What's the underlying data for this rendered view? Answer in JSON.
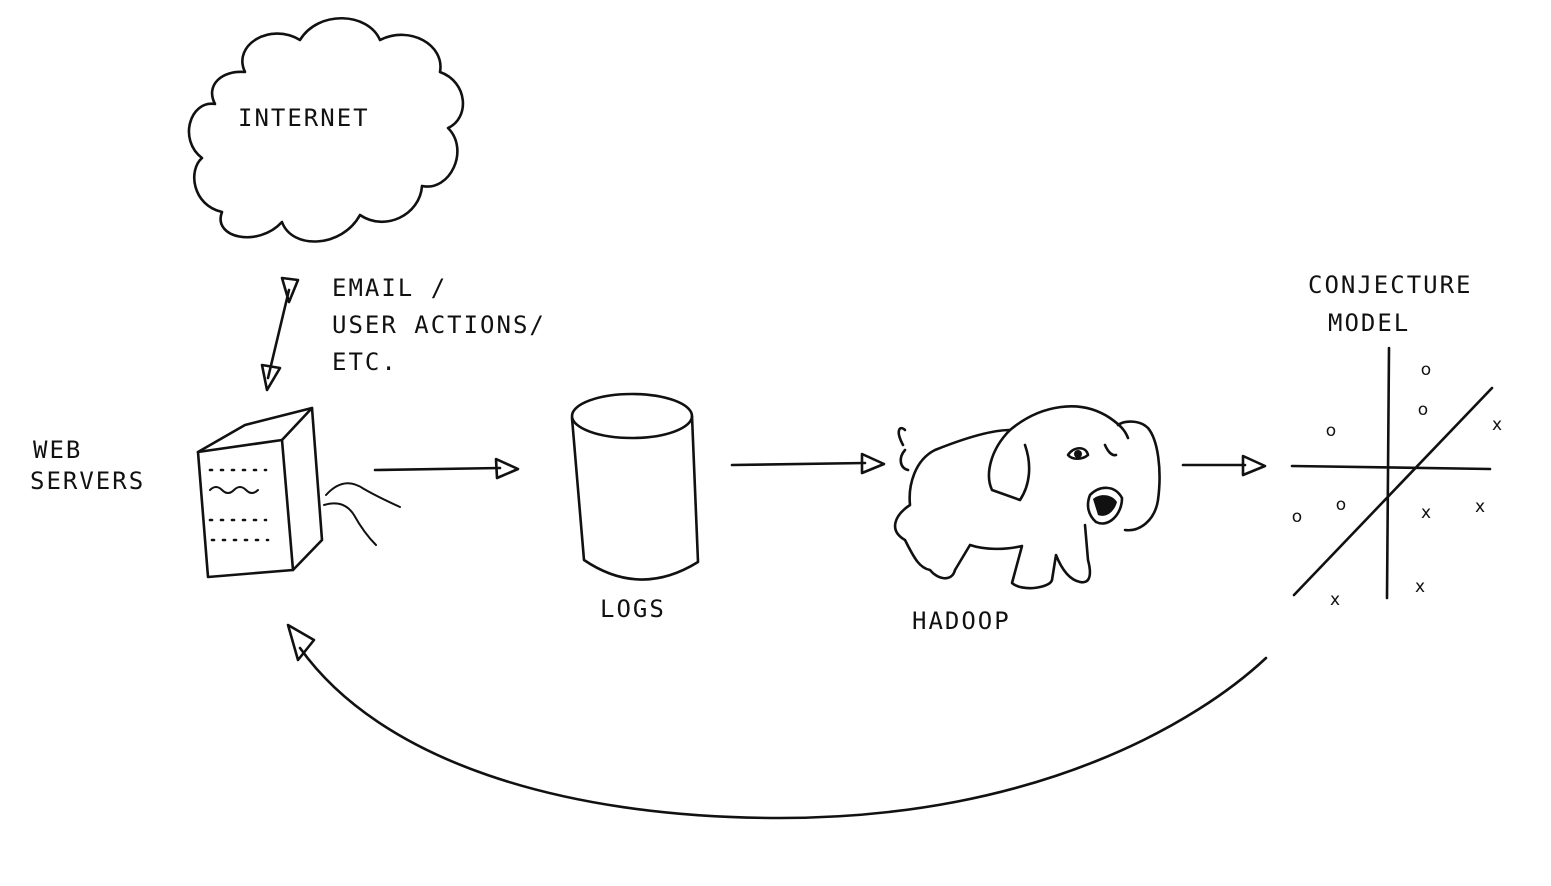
{
  "colors": {
    "ink": "#111111",
    "paper": "#ffffff"
  },
  "labels": {
    "internet": "Internet",
    "email_line1": "Email /",
    "email_line2": "User Actions/",
    "email_line3": "Etc.",
    "web_line1": "Web",
    "web_line2": "Servers",
    "logs": "Logs",
    "hadoop": "Hadoop",
    "model_line1": "Conjecture",
    "model_line2": "Model"
  },
  "model_plot": {
    "o_marker": "o",
    "x_marker": "x"
  }
}
